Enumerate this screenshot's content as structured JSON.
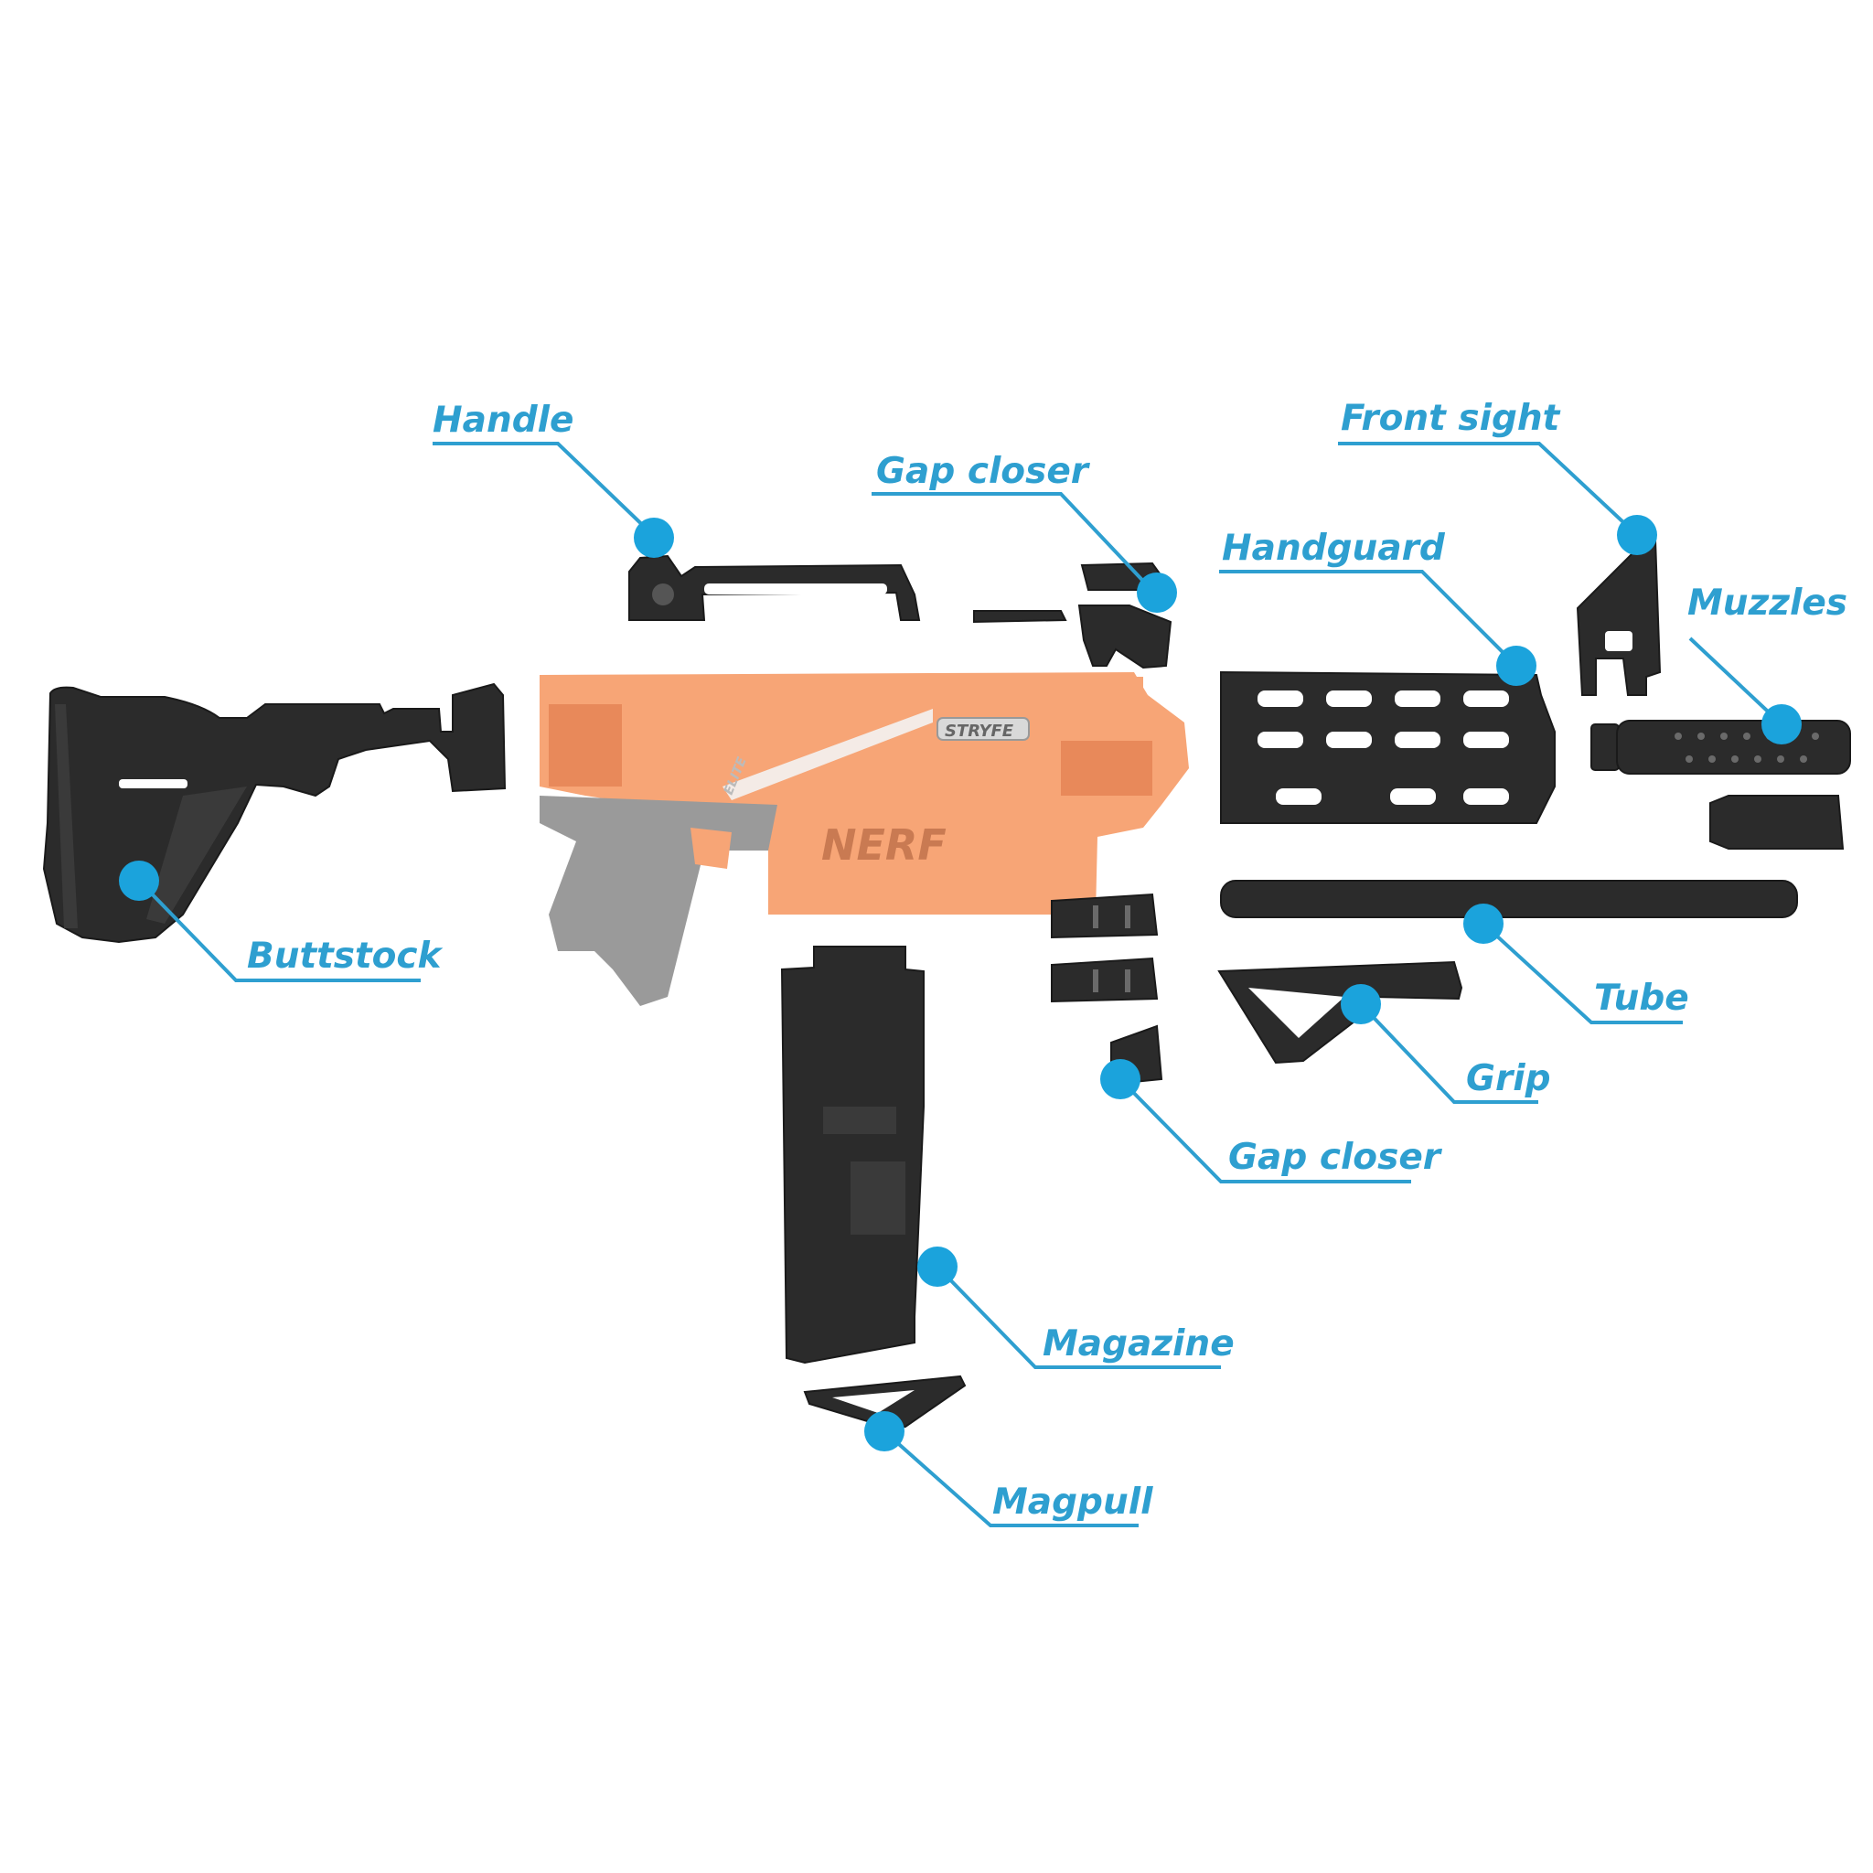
{
  "labels": {
    "handle": "Handle",
    "gap_closer_top": "Gap closer",
    "front_sight": "Front sight",
    "handguard": "Handguard",
    "muzzles": "Muzzles",
    "buttstock": "Buttstock",
    "tube": "Tube",
    "grip": "Grip",
    "gap_closer_bottom": "Gap closer",
    "magazine": "Magazine",
    "magpull": "Magpull"
  },
  "blaster_marks": {
    "model": "STRYFE",
    "series": "ELITE",
    "brand": "NERF"
  },
  "colors": {
    "accent": "#2e9fd0",
    "dot": "#1ba3dc",
    "part": "#2b2b2b",
    "blaster": "#f7a576"
  }
}
